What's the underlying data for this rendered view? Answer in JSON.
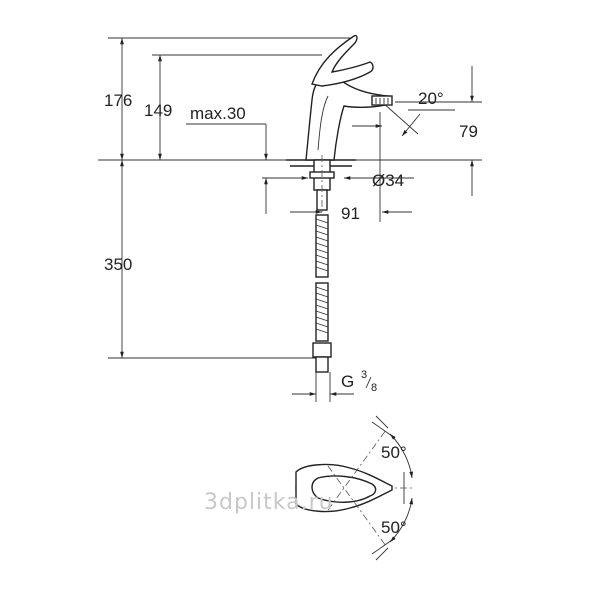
{
  "dimensions": {
    "d176": "176",
    "d149": "149",
    "max30": "max.30",
    "angle20": "20°",
    "d79": "79",
    "dia34": "Ø34",
    "d91": "91",
    "d350": "350",
    "thread_g": "G",
    "thread_num": "3",
    "thread_den": "8",
    "angle50_top": "50°",
    "angle50_bottom": "50°"
  },
  "watermark": "3dplitka.ru"
}
